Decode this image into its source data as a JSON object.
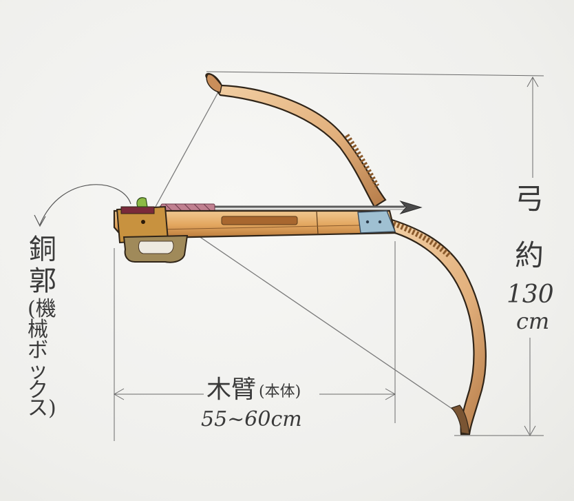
{
  "labels": {
    "bow": {
      "char1": "弓",
      "char2": "約",
      "length_value": "130",
      "length_unit": "cm"
    },
    "stock": {
      "title": "木臂",
      "subtitle": "(本体)",
      "length": "55~60cm"
    },
    "mechanism": {
      "char1": "銅",
      "char2": "郭",
      "sub": [
        "(",
        "機",
        "械",
        "ボ",
        "ッ",
        "ク",
        "ス)"
      ],
      "sub_joined": [
        "(機",
        "械",
        "ボ",
        "ッ",
        "ク",
        "ス)"
      ]
    }
  },
  "colors": {
    "wood_light": "#e9b777",
    "wood_mid": "#d99a55",
    "wood_dark": "#8a5a2c",
    "bronze": "#9c8256",
    "string": "#7a7a7a",
    "binding": "#b86a80",
    "metal": "#8fb4c8",
    "green": "#7cab3c",
    "pencil": "#555555"
  }
}
